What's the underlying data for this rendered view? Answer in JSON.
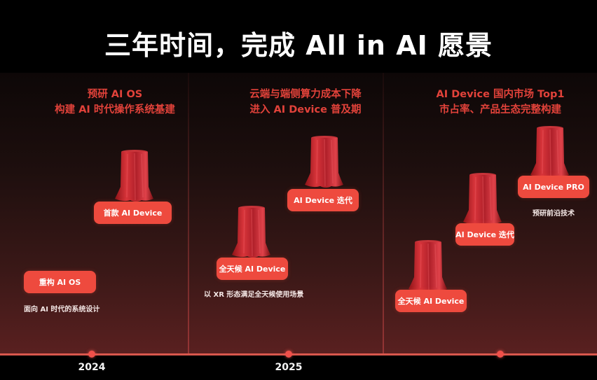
{
  "title": "三年时间，完成 All in AI 愿景",
  "colors": {
    "accent": "#ee4a3e",
    "heading_red": "#e2423a",
    "background": "#000000",
    "timeline": "#d9574d"
  },
  "columns": [
    {
      "heading_line1": "预研 AI OS",
      "heading_line2": "构建 AI 时代操作系统基建",
      "year": "2024",
      "milestones": [
        {
          "label": "重构 AI OS",
          "caption": "面向 AI 时代的系统设计"
        },
        {
          "label": "首款 AI Device",
          "caption": ""
        }
      ]
    },
    {
      "heading_line1": "云端与端侧算力成本下降",
      "heading_line2": "进入 AI Device 普及期",
      "year": "2025",
      "milestones": [
        {
          "label": "全天候 AI Device",
          "caption": "以 XR 形态满足全天候使用场景"
        },
        {
          "label": "AI Device  迭代",
          "caption": ""
        }
      ]
    },
    {
      "heading_line1": "AI Device 国内市场 Top1",
      "heading_line2": "市占率、产品生态完整构建",
      "year": "",
      "milestones": [
        {
          "label": "全天候 AI Device",
          "caption": ""
        },
        {
          "label": "AI Device 迭代",
          "caption": ""
        },
        {
          "label": "AI Device PRO",
          "caption": "预研前沿技术"
        }
      ]
    }
  ],
  "icons": {
    "pedestal": "covered-pedestal-icon"
  }
}
